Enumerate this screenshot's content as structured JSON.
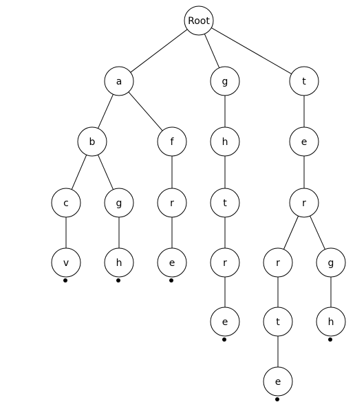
{
  "tree": {
    "nodes": [
      {
        "id": "root",
        "label": "Root"
      },
      {
        "id": "n_a",
        "label": "a"
      },
      {
        "id": "n_g1",
        "label": "g"
      },
      {
        "id": "n_t1",
        "label": "t"
      },
      {
        "id": "n_b",
        "label": "b"
      },
      {
        "id": "n_f",
        "label": "f"
      },
      {
        "id": "n_h1",
        "label": "h"
      },
      {
        "id": "n_e1",
        "label": "e"
      },
      {
        "id": "n_c",
        "label": "c"
      },
      {
        "id": "n_g2",
        "label": "g"
      },
      {
        "id": "n_r1",
        "label": "r"
      },
      {
        "id": "n_t2",
        "label": "t"
      },
      {
        "id": "n_r2",
        "label": "r"
      },
      {
        "id": "n_v",
        "label": "v"
      },
      {
        "id": "n_h2",
        "label": "h"
      },
      {
        "id": "n_e2",
        "label": "e"
      },
      {
        "id": "n_r3",
        "label": "r"
      },
      {
        "id": "n_r4",
        "label": "r"
      },
      {
        "id": "n_g3",
        "label": "g"
      },
      {
        "id": "n_e3",
        "label": "e"
      },
      {
        "id": "n_t3",
        "label": "t"
      },
      {
        "id": "n_h3",
        "label": "h"
      },
      {
        "id": "n_e4",
        "label": "e"
      }
    ],
    "edges": [
      [
        "root",
        "n_a"
      ],
      [
        "root",
        "n_g1"
      ],
      [
        "root",
        "n_t1"
      ],
      [
        "n_a",
        "n_b"
      ],
      [
        "n_a",
        "n_f"
      ],
      [
        "n_g1",
        "n_h1"
      ],
      [
        "n_t1",
        "n_e1"
      ],
      [
        "n_b",
        "n_c"
      ],
      [
        "n_b",
        "n_g2"
      ],
      [
        "n_f",
        "n_r1"
      ],
      [
        "n_h1",
        "n_t2"
      ],
      [
        "n_e1",
        "n_r2"
      ],
      [
        "n_c",
        "n_v"
      ],
      [
        "n_g2",
        "n_h2"
      ],
      [
        "n_r1",
        "n_e2"
      ],
      [
        "n_t2",
        "n_r3"
      ],
      [
        "n_r2",
        "n_r4"
      ],
      [
        "n_r2",
        "n_g3"
      ],
      [
        "n_r3",
        "n_e3"
      ],
      [
        "n_r4",
        "n_t3"
      ],
      [
        "n_g3",
        "n_h3"
      ],
      [
        "n_t3",
        "n_e4"
      ]
    ],
    "word_end_nodes": [
      "n_v",
      "n_h2",
      "n_e2",
      "n_e3",
      "n_h3",
      "n_e4"
    ]
  }
}
